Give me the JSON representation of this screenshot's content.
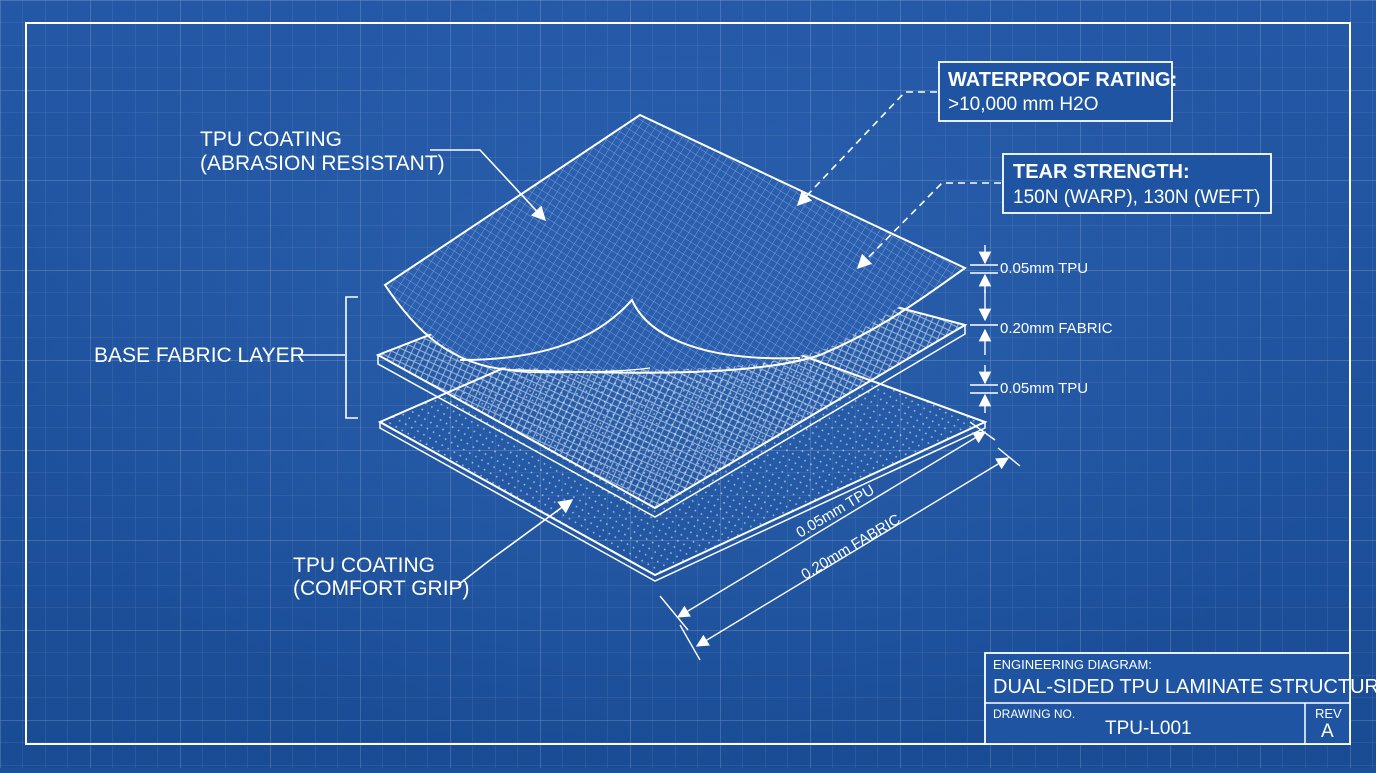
{
  "labels": {
    "top_coating_line1": "TPU COATING",
    "top_coating_line2": "(ABRASION RESISTANT)",
    "base_fabric": "BASE FABRIC LAYER",
    "bottom_coating_line1": "TPU COATING",
    "bottom_coating_line2": "(COMFORT GRIP)"
  },
  "callouts": {
    "waterproof_title": "WATERPROOF RATING:",
    "waterproof_value": ">10,000 mm H2O",
    "tear_title": "TEAR STRENGTH:",
    "tear_value": "150N (WARP), 130N (WEFT)"
  },
  "dimensions": {
    "layer_top": "0.05mm TPU",
    "layer_mid": "0.20mm FABRIC",
    "layer_bottom": "0.05mm TPU",
    "diag_tpu": "0.05mm TPU",
    "diag_fabric": "0.20mm FABRIC"
  },
  "title_block": {
    "heading": "ENGINEERING DIAGRAM:",
    "title": "DUAL-SIDED TPU LAMINATE STRUCTURE",
    "drawing_no_label": "DRAWING NO.",
    "drawing_no": "TPU-L001",
    "rev_label": "REV",
    "rev": "A"
  },
  "colors": {
    "background": "#1b4f9a",
    "line": "#ffffff"
  }
}
